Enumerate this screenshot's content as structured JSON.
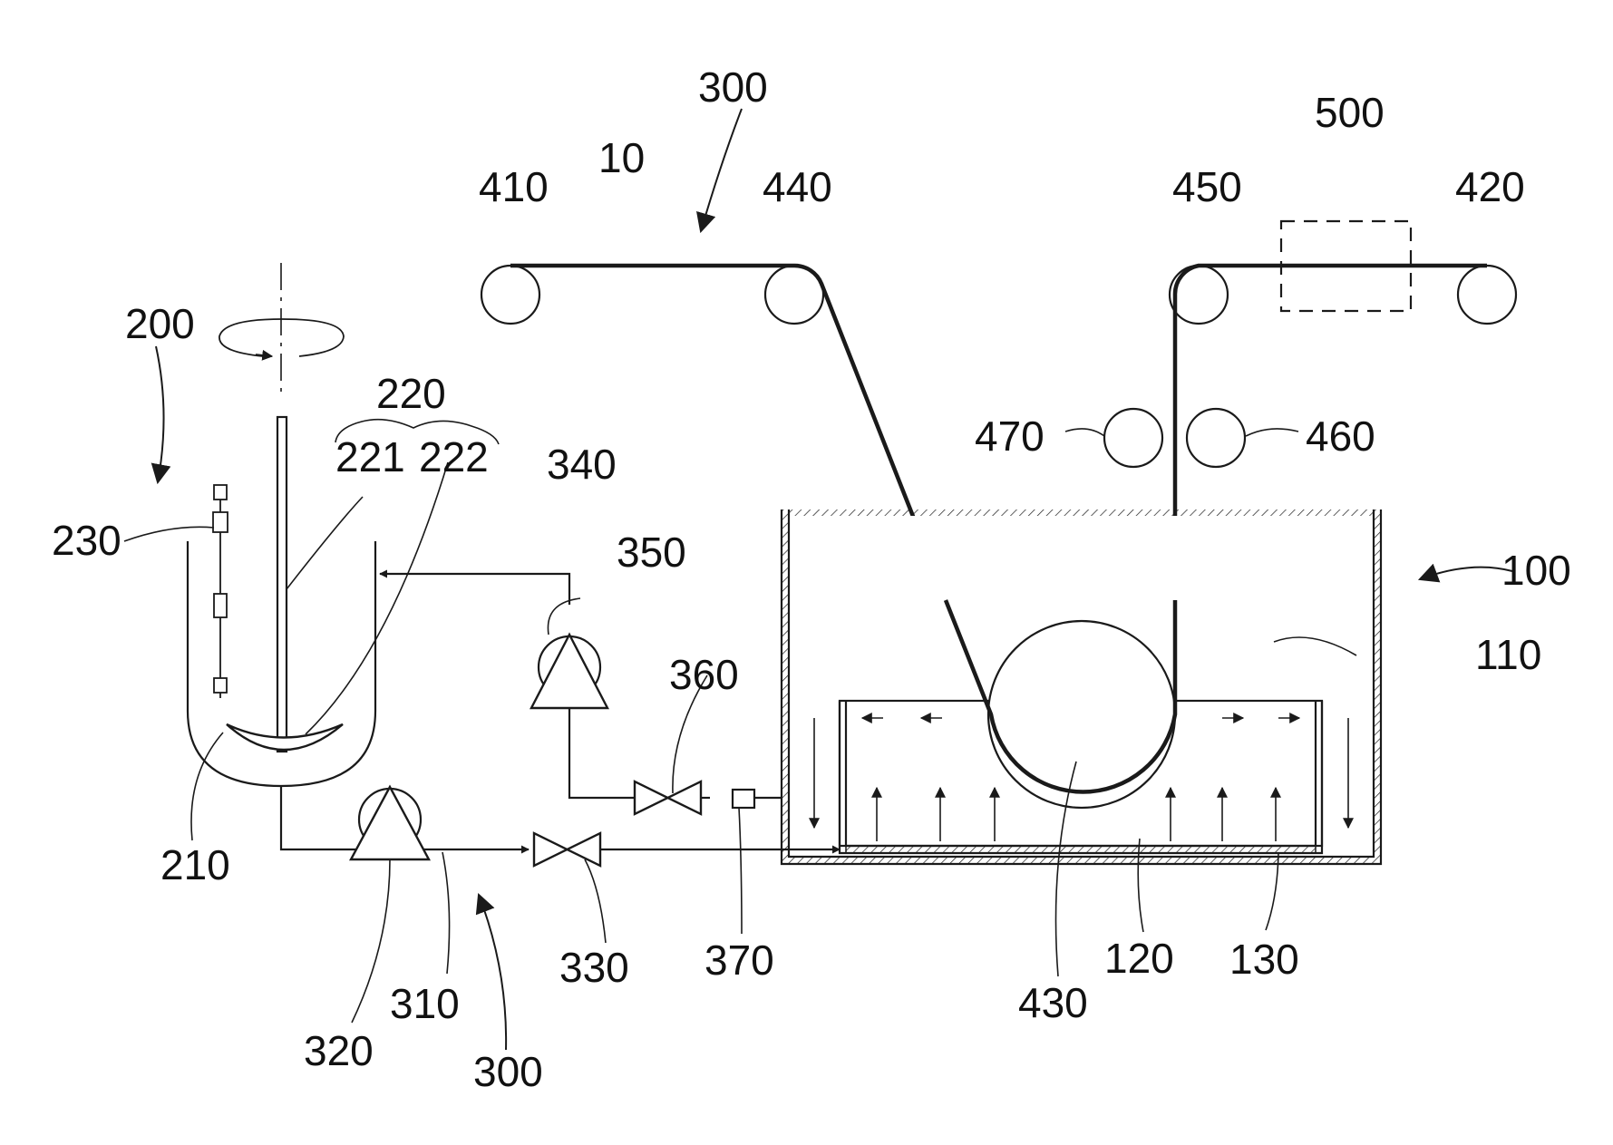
{
  "figure": {
    "line_color": "#1a1a1a",
    "background": "#ffffff",
    "labels": {
      "l10": "10",
      "l100": "100",
      "l110": "110",
      "l120": "120",
      "l130": "130",
      "l200": "200",
      "l210": "210",
      "l220": "220",
      "l221": "221",
      "l222": "222",
      "l230": "230",
      "l300_top": "300",
      "l300_bottom": "300",
      "l310": "310",
      "l320": "320",
      "l330": "330",
      "l340": "340",
      "l350": "350",
      "l360": "360",
      "l370": "370",
      "l410": "410",
      "l420": "420",
      "l430": "430",
      "l440": "440",
      "l450": "450",
      "l460": "460",
      "l470": "470",
      "l500": "500"
    }
  }
}
